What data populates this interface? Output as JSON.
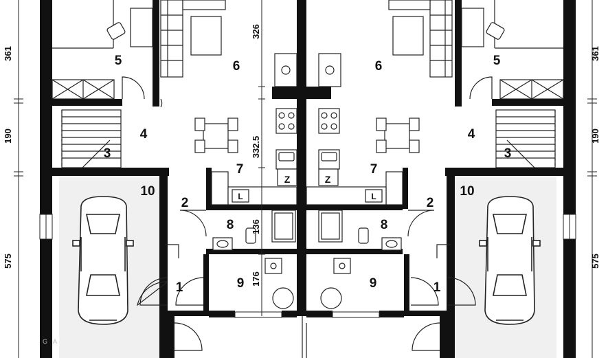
{
  "rooms": {
    "left": [
      "5",
      "6",
      "4",
      "3",
      "7",
      "10",
      "2",
      "8",
      "1",
      "9"
    ],
    "right": [
      "6",
      "5",
      "4",
      "3",
      "7",
      "10",
      "2",
      "8",
      "1",
      "9"
    ]
  },
  "dimensions": {
    "outer_left": [
      "361",
      "190",
      "575"
    ],
    "outer_right": [
      "361",
      "190",
      "575"
    ],
    "center": [
      "326",
      "332.5",
      "136",
      "176"
    ]
  },
  "fixture_labels": {
    "fridge_left": "Z",
    "fridge_right": "Z",
    "oven_left": "L",
    "oven_right": "L"
  },
  "colors": {
    "wall": "#111111",
    "line": "#222222",
    "garage_fill": "#f0f0f0",
    "background": "#ffffff"
  },
  "watermark_text": "G A"
}
